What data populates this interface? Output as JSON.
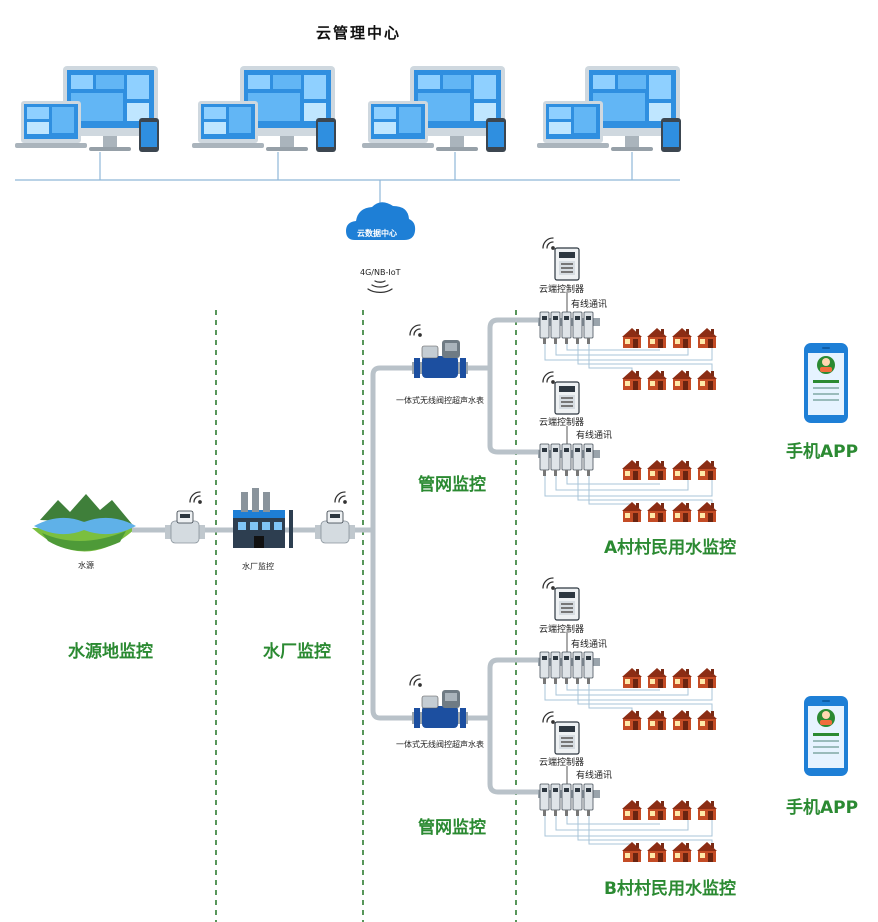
{
  "header": {
    "title": "云管理中心"
  },
  "cloud": {
    "label": "云数据中心",
    "protocol": "4G/NB-IoT"
  },
  "source": {
    "label": "水源",
    "zone": "水源地监控"
  },
  "plant": {
    "label": "水厂监控",
    "zone": "水厂监控"
  },
  "network": {
    "zone_top": "管网监控",
    "zone_bottom": "管网监控",
    "meter_top": "一体式无线阀控超声水表",
    "meter_bottom": "一体式无线阀控超声水表"
  },
  "controllers": [
    {
      "label": "云端控制器",
      "link": "有线通讯"
    },
    {
      "label": "云端控制器",
      "link": "有线通讯"
    },
    {
      "label": "云端控制器",
      "link": "有线通讯"
    },
    {
      "label": "云端控制器",
      "link": "有线通讯"
    }
  ],
  "villages": {
    "a": "A村村民用水监控",
    "b": "B村村民用水监控"
  },
  "apps": {
    "top": "手机APP",
    "bottom": "手机APP"
  },
  "colors": {
    "green": "#2b8a32",
    "blue": "#1e7fd6",
    "pipe": "#b9c2c9",
    "dash": "#2e7d32",
    "house": "#b3421f"
  }
}
